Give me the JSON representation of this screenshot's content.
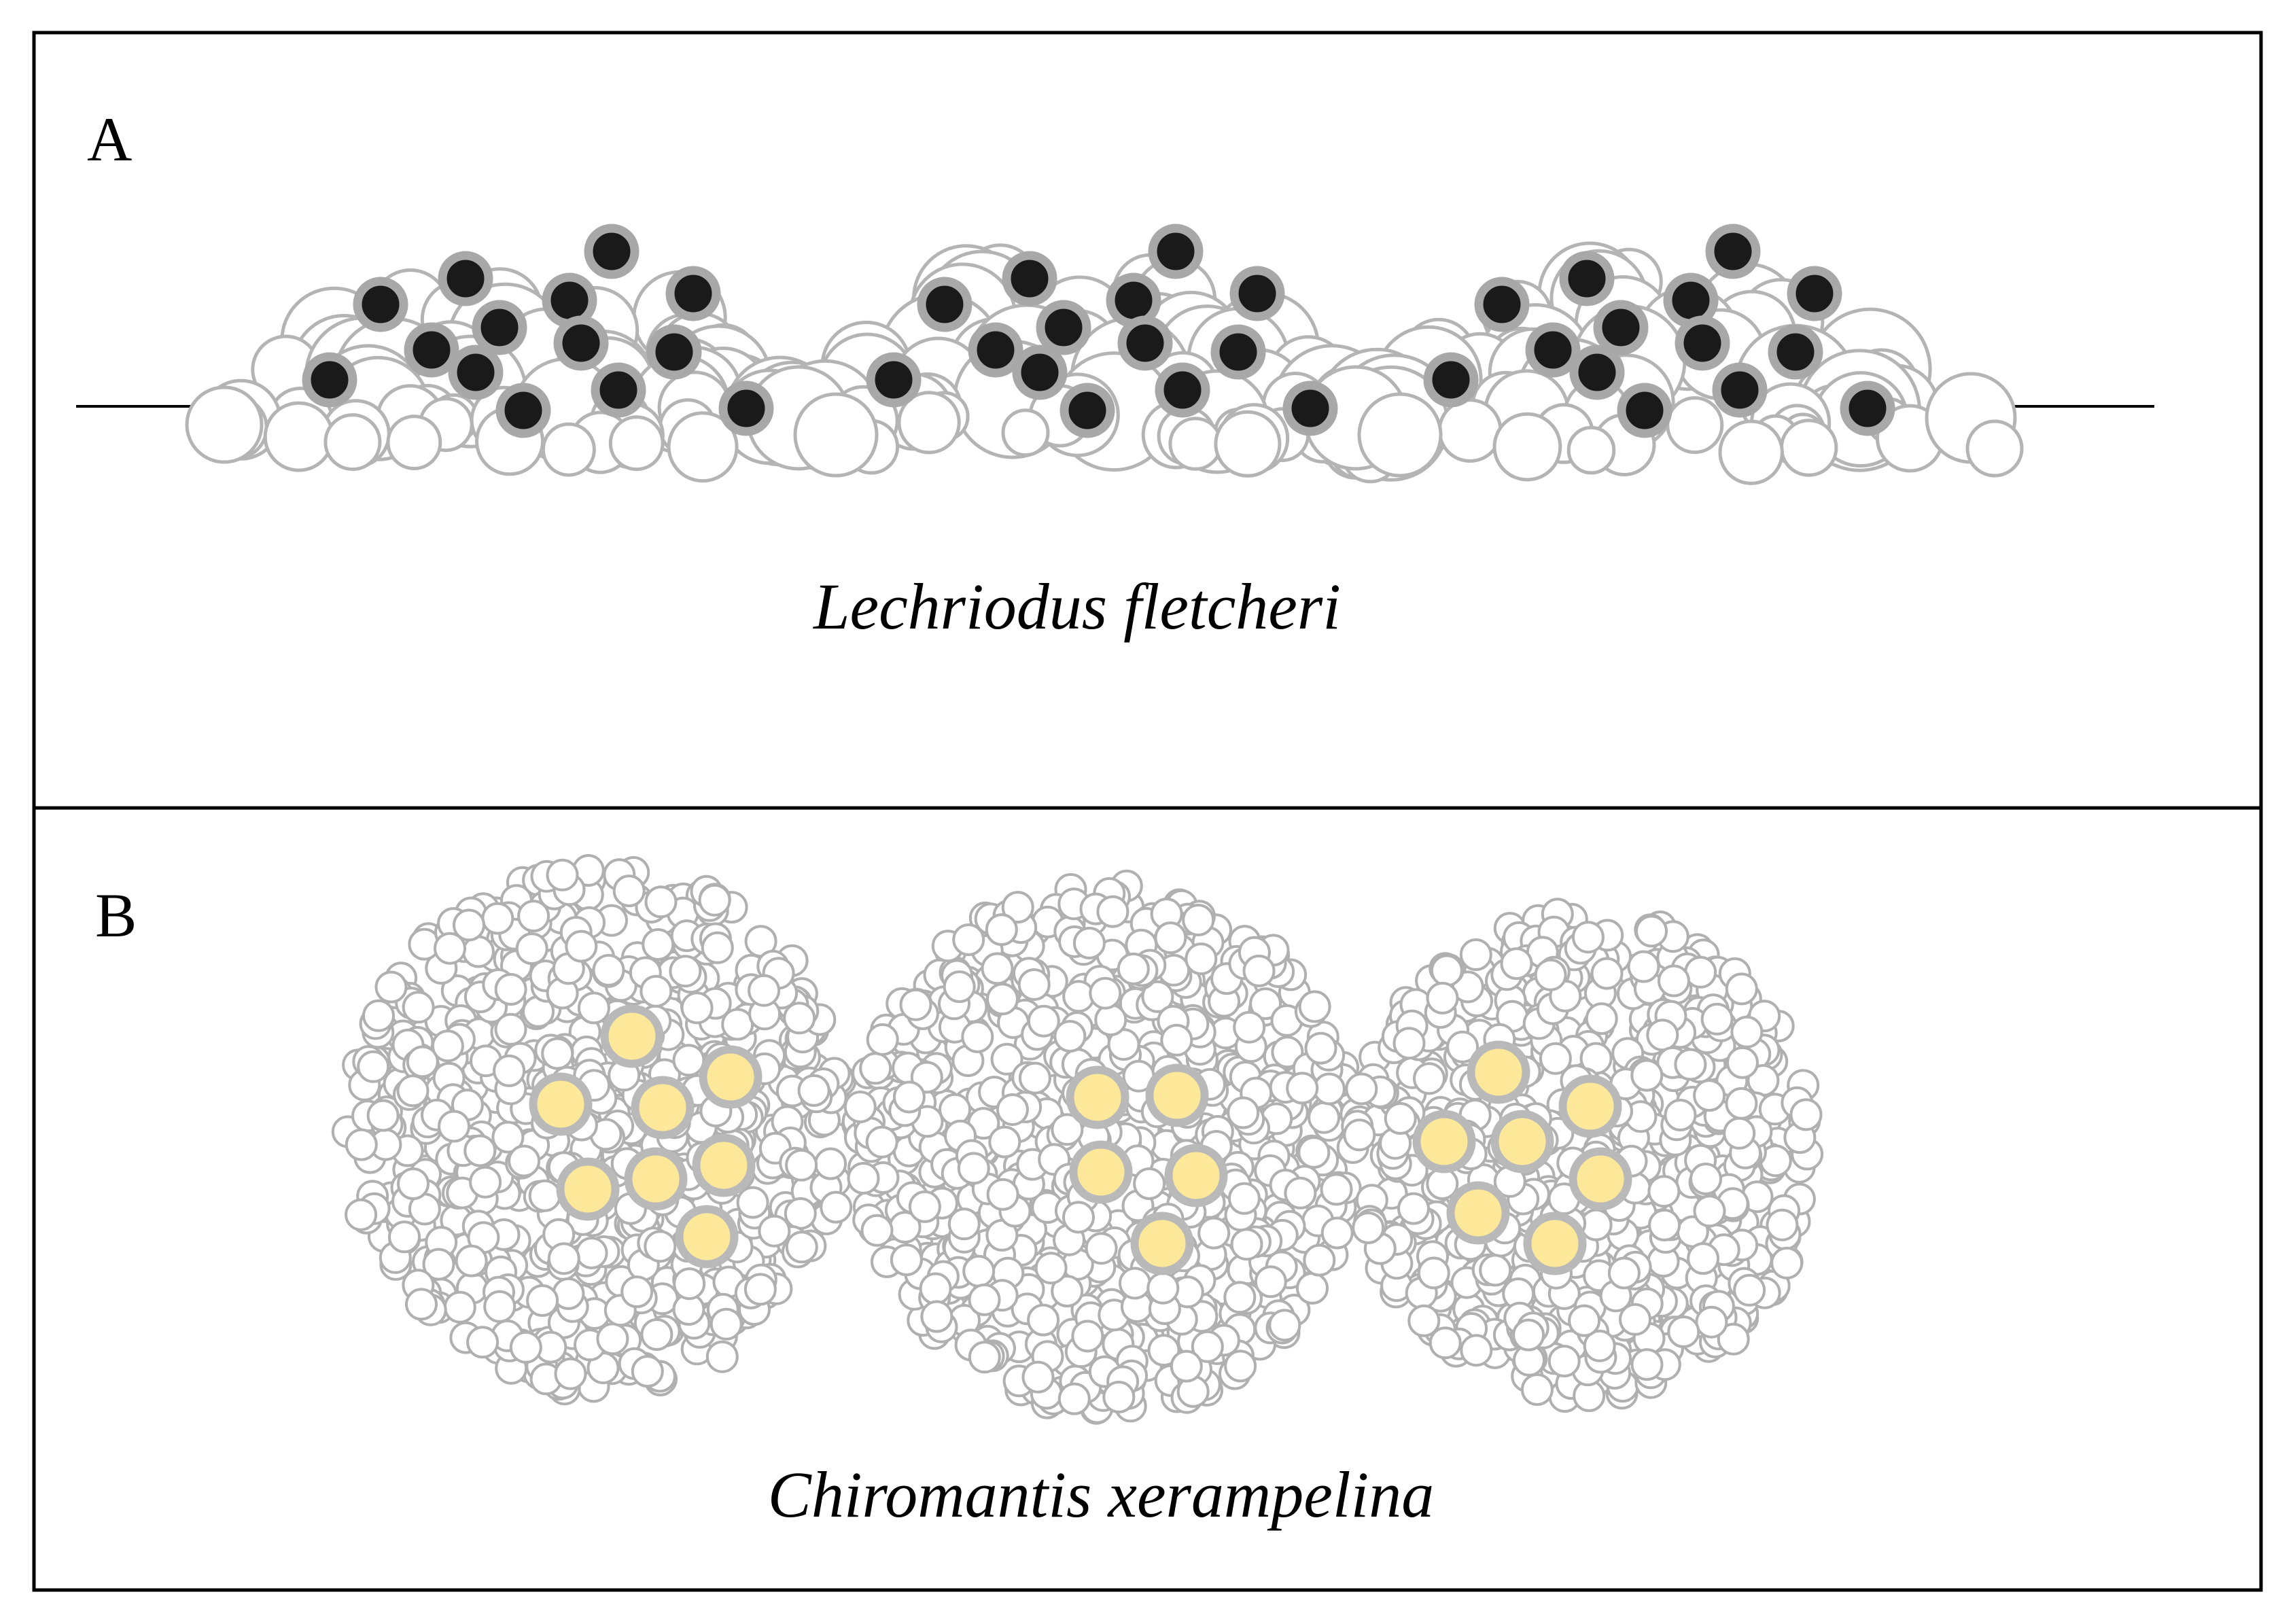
{
  "panels": [
    {
      "id": "A",
      "label": "A",
      "species": "Lechriodus fletcheri",
      "egg_color": "#1a1a1a",
      "egg_ring_color": "#a8a8a8",
      "jelly_fill": "#ffffff",
      "jelly_stroke": "#b4b4b4"
    },
    {
      "id": "B",
      "label": "B",
      "species": "Chiromantis xerampelina",
      "egg_color": "#fde89a",
      "egg_ring_color": "#b9b9b9",
      "foam_fill": "#ffffff",
      "foam_stroke": "#b0b0b0"
    }
  ]
}
